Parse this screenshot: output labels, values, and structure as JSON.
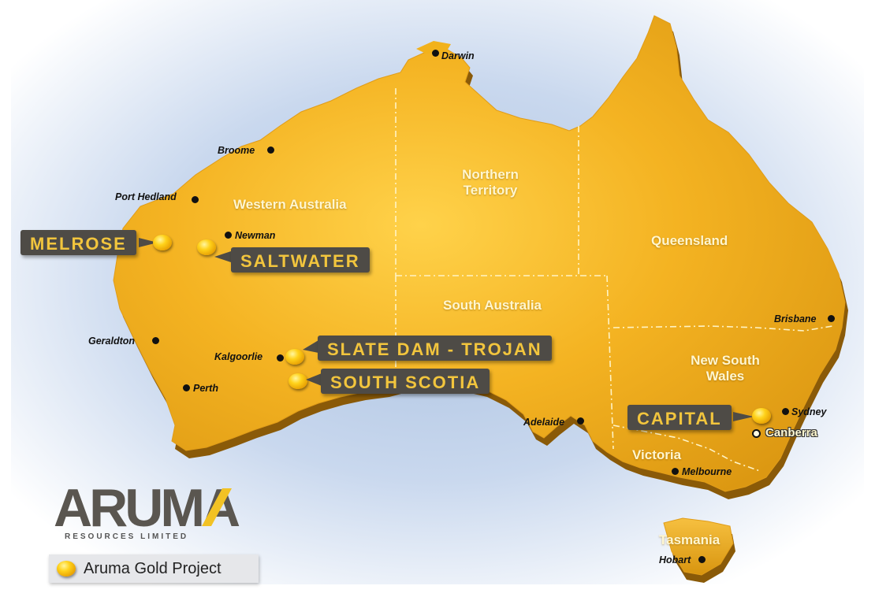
{
  "regions": {
    "wa": "Western Australia",
    "nt_line1": "Northern",
    "nt_line2": "Territory",
    "qld": "Queensland",
    "sa": "South Australia",
    "nsw_line1": "New South",
    "nsw_line2": "Wales",
    "vic": "Victoria",
    "tas": "Tasmania"
  },
  "cities": {
    "darwin": "Darwin",
    "broome": "Broome",
    "port_hedland": "Port Hedland",
    "newman": "Newman",
    "geraldton": "Geraldton",
    "kalgoorlie": "Kalgoorlie",
    "perth": "Perth",
    "adelaide": "Adelaide",
    "brisbane": "Brisbane",
    "sydney": "Sydney",
    "canberra": "Canberra",
    "melbourne": "Melbourne",
    "hobart": "Hobart"
  },
  "projects": {
    "melrose": "MELROSE",
    "saltwater": "SALTWATER",
    "slate_dam": "SLATE DAM - TROJAN",
    "south_scotia": "SOUTH SCOTIA",
    "capital": "CAPITAL"
  },
  "logo": {
    "wordmark": "ARUMA",
    "subtitle": "RESOURCES LIMITED"
  },
  "legend": {
    "label": "Aruma Gold Project"
  },
  "colors": {
    "land": "#f2b21c",
    "land_shadow": "#8a5a08",
    "sea": "#bfd2ea",
    "label_box": "#4e4b46",
    "label_text": "#f2c53d"
  }
}
